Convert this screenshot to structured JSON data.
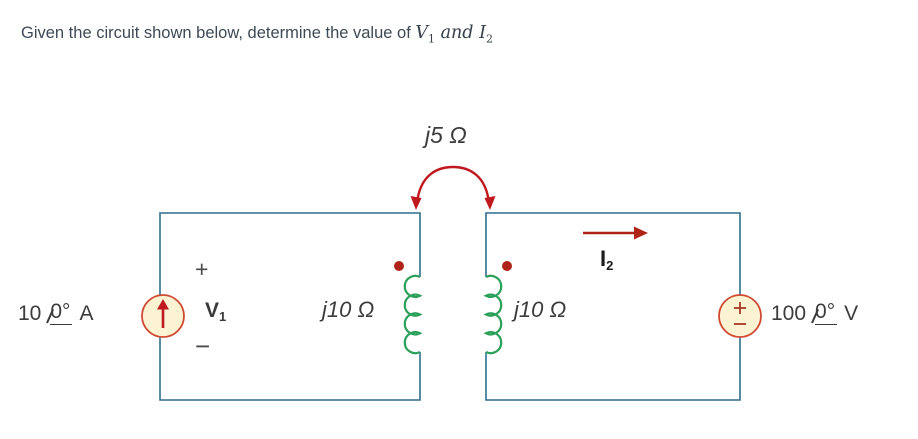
{
  "title": {
    "prefix": "Given the circuit shown below, determine the value of ",
    "v_base": "V",
    "v_sub": "1",
    "and_word": " and ",
    "i_base": "I",
    "i_sub": "2"
  },
  "coupling": {
    "label": "j5 Ω"
  },
  "inductors": {
    "left": {
      "label": "j10 Ω"
    },
    "right": {
      "label": "j10 Ω"
    }
  },
  "v1": {
    "plus": "+",
    "base": "V",
    "sub": "1",
    "minus": "−"
  },
  "i2": {
    "base": "I",
    "sub": "2"
  },
  "current_source": {
    "magnitude": "10",
    "angle": "0°",
    "unit": "A"
  },
  "voltage_source": {
    "magnitude": "100",
    "angle": "0°",
    "unit": "V"
  },
  "colors": {
    "wire": "#2e6f8e",
    "coil": "#2ba05a",
    "arrow_red": "#b02318",
    "coupling_red": "#c0181f",
    "source_fill": "#fcf3d3",
    "source_stroke": "#cf4a33",
    "text": "#3c3c3c"
  }
}
